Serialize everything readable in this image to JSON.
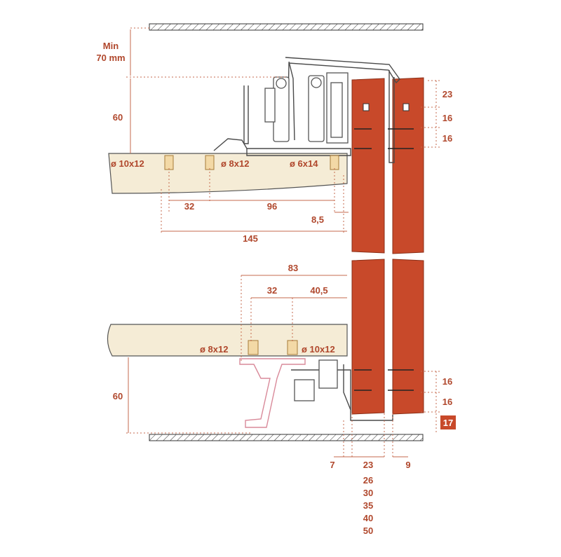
{
  "diagram": {
    "top_gap_label_line1": "Min",
    "top_gap_label_line2": "70 mm",
    "top_height": "60",
    "bottom_height": "60",
    "top_shelf": {
      "dowel_a": "ø 10x12",
      "dowel_b": "ø 8x12",
      "dowel_c": "ø 6x14",
      "dim_32": "32",
      "dim_96": "96",
      "dim_8_5": "8,5",
      "dim_145": "145"
    },
    "bottom_shelf": {
      "dim_83": "83",
      "dim_32": "32",
      "dim_40_5": "40,5",
      "dowel_a": "ø 8x12",
      "dowel_b": "ø 10x12"
    },
    "right_dims_top": [
      "23",
      "16",
      "16"
    ],
    "right_dims_bottom": [
      "16",
      "16"
    ],
    "right_dim_badge": "17",
    "bottom_dims": {
      "left": "7",
      "right": "9",
      "door_thickness_options": [
        "23",
        "26",
        "30",
        "35",
        "40",
        "50"
      ]
    },
    "colors": {
      "door": "#c8492a",
      "shelf": "#f5ecd6",
      "label": "#b0472c"
    }
  }
}
